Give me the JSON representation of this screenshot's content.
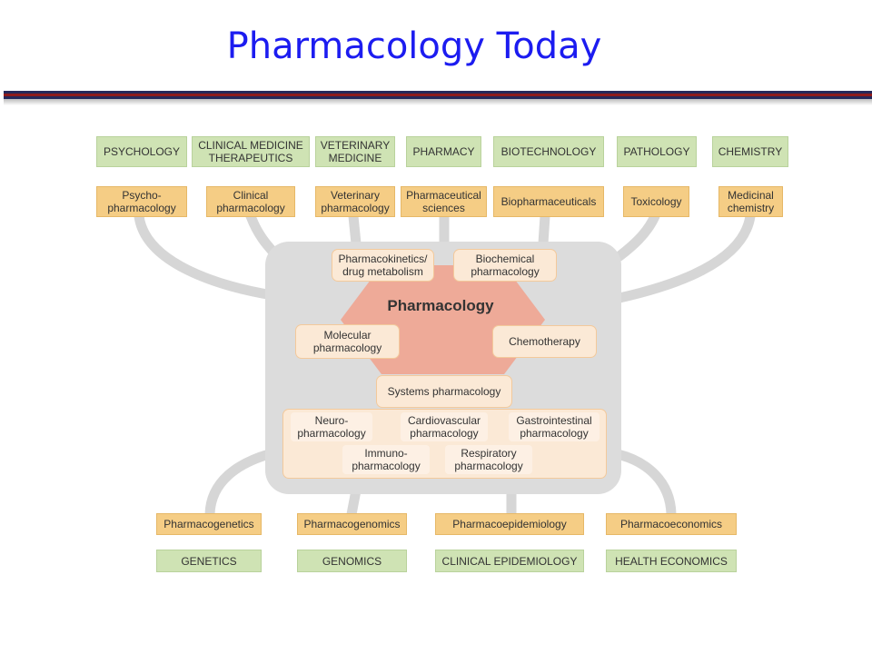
{
  "slide": {
    "title": "Pharmacology Today"
  },
  "diagram": {
    "center": "Pharmacology",
    "disciplines_top": [
      "PSYCHOLOGY",
      "CLINICAL MEDICINE\nTHERAPEUTICS",
      "VETERINARY\nMEDICINE",
      "PHARMACY",
      "BIOTECHNOLOGY",
      "PATHOLOGY",
      "CHEMISTRY"
    ],
    "subfields_top": [
      "Psycho-\npharmacology",
      "Clinical\npharmacology",
      "Veterinary\npharmacology",
      "Pharmaceutical\nsciences",
      "Biopharmaceuticals",
      "Toxicology",
      "Medicinal\nchemistry"
    ],
    "core": {
      "pharmacokinetics": "Pharmacokinetics/\ndrug metabolism",
      "biochemical": "Biochemical\npharmacology",
      "molecular": "Molecular\npharmacology",
      "chemotherapy": "Chemotherapy",
      "systems": "Systems pharmacology"
    },
    "systems_subfields": [
      "Neuro-\npharmacology",
      "Cardiovascular\npharmacology",
      "Gastrointestinal\npharmacology",
      "Immuno-\npharmacology",
      "Respiratory\npharmacology"
    ],
    "subfields_bottom": [
      "Pharmacogenetics",
      "Pharmacogenomics",
      "Pharmacoepidemiology",
      "Pharmacoeconomics"
    ],
    "disciplines_bottom": [
      "GENETICS",
      "GENOMICS",
      "CLINICAL EPIDEMIOLOGY",
      "HEALTH ECONOMICS"
    ],
    "colors": {
      "discipline": "#cfe3b4",
      "subfield": "#f5cd85",
      "core_panel": "#dcdcdc",
      "hexagon": "#eeaa98",
      "connector": "#d6d6d6",
      "title": "#1c1cf0",
      "rule_primary": "#26285a",
      "rule_accent": "#8e1b1b"
    }
  }
}
